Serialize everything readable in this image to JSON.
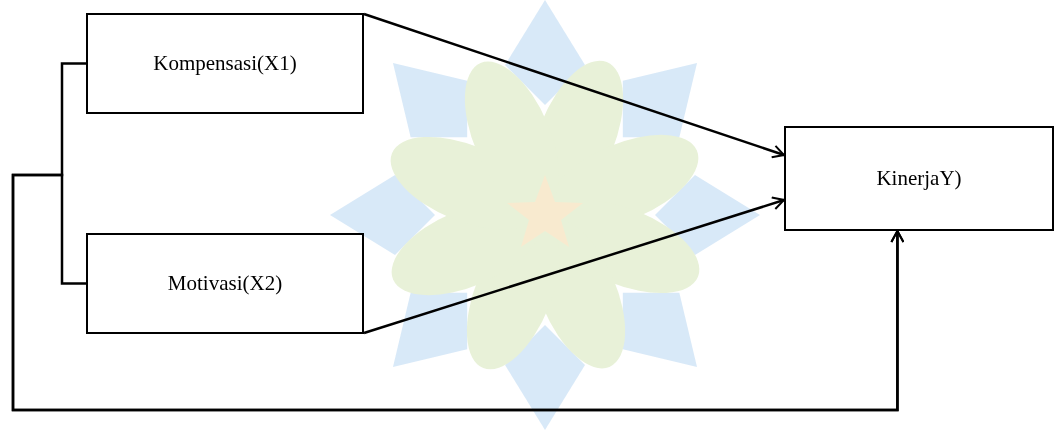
{
  "diagram": {
    "nodes": [
      {
        "text": [
          "Kompensasi(X1)"
        ]
      },
      {
        "text": [
          "Motivasi(X2)"
        ]
      },
      {
        "text": [
          "KinerjaY)"
        ]
      }
    ],
    "edges": [
      {
        "from": 0,
        "to": 2,
        "arrow": "to"
      },
      {
        "from": 1,
        "to": 2,
        "arrow": "to"
      },
      {
        "from": 0,
        "to": 2,
        "arrow": "to"
      },
      {
        "from": 1,
        "to": 2,
        "arrow": "to"
      }
    ]
  }
}
